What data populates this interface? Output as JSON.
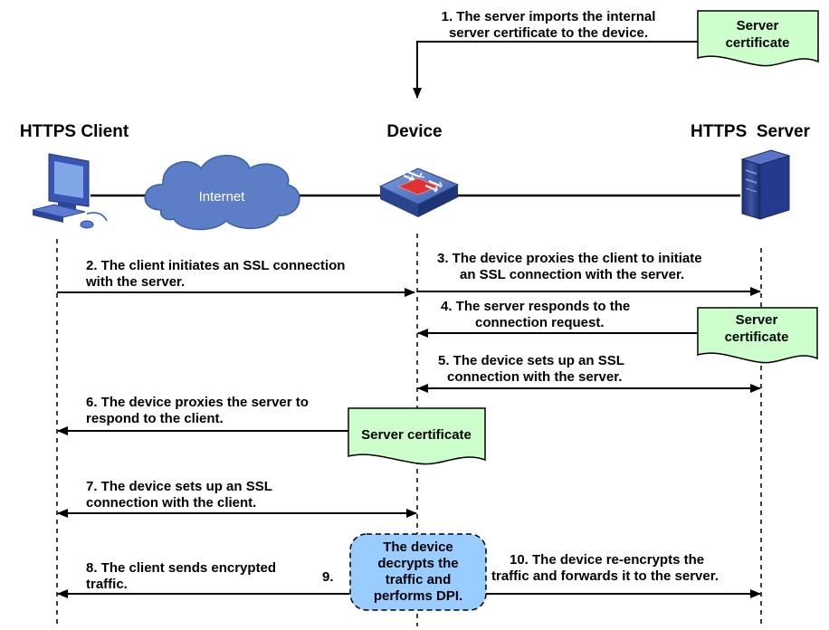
{
  "participants": {
    "client": "HTTPS Client",
    "device": "Device",
    "server": "HTTPS  Server"
  },
  "network": {
    "cloud": "Internet"
  },
  "certificate_label": "Server certificate",
  "steps": {
    "s1": [
      "1. The server imports the internal",
      "server certificate to the device."
    ],
    "s2": [
      "2. The client initiates an SSL connection",
      "with the server."
    ],
    "s3": [
      "3. The device proxies the client to initiate",
      "an SSL connection with the server."
    ],
    "s4": [
      "4. The server responds to the",
      "connection request."
    ],
    "s5": [
      "5. The device sets up an SSL",
      "connection with the server."
    ],
    "s6": [
      "6. The device proxies the server to",
      "respond to the client."
    ],
    "s7": [
      "7. The device sets up an SSL",
      "connection with the client."
    ],
    "s8": [
      "8. The client sends encrypted",
      "traffic."
    ],
    "s9": "9.",
    "s9_box": [
      "The device",
      "decrypts the",
      "traffic and",
      "performs DPI."
    ],
    "s10": [
      "10. The device re-encrypts the",
      "traffic and forwards it to the server."
    ]
  },
  "colors": {
    "note_fill": "#ccffcc",
    "dpi_fill": "#99ccff",
    "cloud_fill": "#5b7ec6",
    "line": "#000000"
  },
  "icons": {
    "client": "desktop-computer-icon",
    "device": "firewall-device-icon",
    "server": "server-tower-icon"
  }
}
